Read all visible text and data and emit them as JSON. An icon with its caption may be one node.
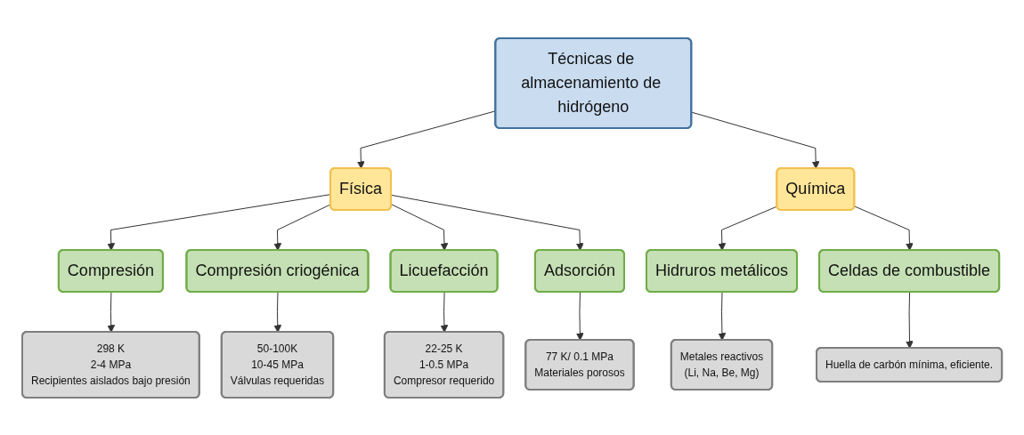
{
  "diagram": {
    "nodes": [
      {
        "text": [
          "Técnicas de almacenamiento de hidrógeno"
        ]
      },
      {
        "text": [
          "Física"
        ]
      },
      {
        "text": [
          "Química"
        ]
      },
      {
        "text": [
          "Compresión"
        ]
      },
      {
        "text": [
          "Compresión criogénica"
        ]
      },
      {
        "text": [
          "Licuefacción"
        ]
      },
      {
        "text": [
          "Adsorción"
        ]
      },
      {
        "text": [
          "Hidruros metálicos"
        ]
      },
      {
        "text": [
          "Celdas de combustible"
        ]
      },
      {
        "text": [
          "298 K",
          "2-4 MPa",
          "Recipientes aislados bajo presión"
        ]
      },
      {
        "text": [
          "50-100K",
          "10-45 MPa",
          "Válvulas requeridas"
        ]
      },
      {
        "text": [
          "22-25 K",
          "1-0.5 MPa",
          "Compresor requerido"
        ]
      },
      {
        "text": [
          "77 K/ 0.1 MPa",
          "Materiales porosos"
        ]
      },
      {
        "text": [
          "Metales reactivos",
          "(Li, Na, Be, Mg)"
        ]
      },
      {
        "text": [
          "Huella de carbón mínima, eficiente."
        ]
      }
    ],
    "edges": [
      {
        "from": 0,
        "to": 1,
        "arrow": "to"
      },
      {
        "from": 0,
        "to": 2,
        "arrow": "to"
      },
      {
        "from": 1,
        "to": 3,
        "arrow": "to"
      },
      {
        "from": 1,
        "to": 4,
        "arrow": "to"
      },
      {
        "from": 1,
        "to": 5,
        "arrow": "to"
      },
      {
        "from": 1,
        "to": 6,
        "arrow": "to"
      },
      {
        "from": 2,
        "to": 7,
        "arrow": "to"
      },
      {
        "from": 2,
        "to": 8,
        "arrow": "to"
      },
      {
        "from": 3,
        "to": 9,
        "arrow": "to"
      },
      {
        "from": 4,
        "to": 10,
        "arrow": "to"
      },
      {
        "from": 5,
        "to": 11,
        "arrow": "to"
      },
      {
        "from": 6,
        "to": 12,
        "arrow": "to"
      },
      {
        "from": 7,
        "to": 13,
        "arrow": "to"
      },
      {
        "from": 8,
        "to": 14,
        "arrow": "to"
      }
    ]
  }
}
